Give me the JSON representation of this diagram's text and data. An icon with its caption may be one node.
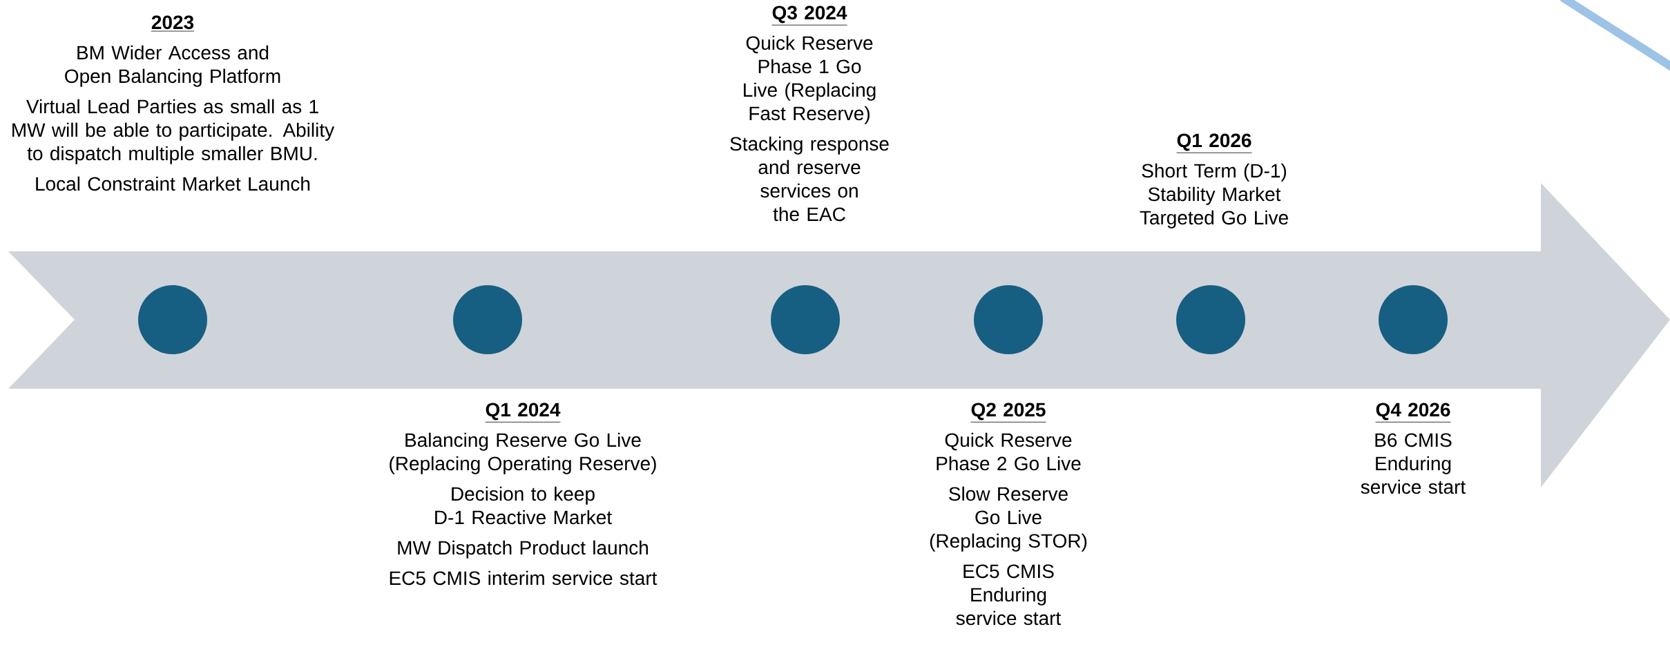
{
  "diagram": {
    "nodes": [
      {
        "text": [],
        "shape": "arrow"
      },
      {
        "text": [],
        "shape": "circle",
        "in": 0,
        "beside": [
          "2023",
          "BM Wider Access and Open Balancing Platform",
          "Virtual Lead Parties as small as 1 MW will be able to participate. Ability to dispatch multiple smaller BMU.",
          "Local Constraint Market Launch"
        ]
      },
      {
        "text": [],
        "shape": "circle",
        "in": 0,
        "beside": [
          "Q1 2024",
          "Balancing Reserve Go Live (Replacing Operating Reserve)",
          "Decision to keep D-1 Reactive Market",
          "MW Dispatch Product launch",
          "EC5 CMIS interim service start"
        ]
      },
      {
        "text": [],
        "shape": "circle",
        "in": 0,
        "beside": [
          "Q3 2024",
          "Quick Reserve Phase 1 Go Live (Replacing Fast Reserve)",
          "Stacking response and reserve services on the EAC"
        ]
      },
      {
        "text": [],
        "shape": "circle",
        "in": 0,
        "beside": [
          "Q2 2025",
          "Quick Reserve Phase 2 Go Live",
          "Slow Reserve Go Live (Replacing STOR)",
          "EC5 CMIS Enduring service start"
        ]
      },
      {
        "text": [],
        "shape": "circle",
        "in": 0,
        "beside": [
          "Q1 2026",
          "Short Term (D-1) Stability Market Targeted Go Live"
        ]
      },
      {
        "text": [],
        "shape": "circle",
        "in": 0,
        "beside": [
          "Q4 2026",
          "B6 CMIS Enduring service start"
        ]
      }
    ]
  }
}
